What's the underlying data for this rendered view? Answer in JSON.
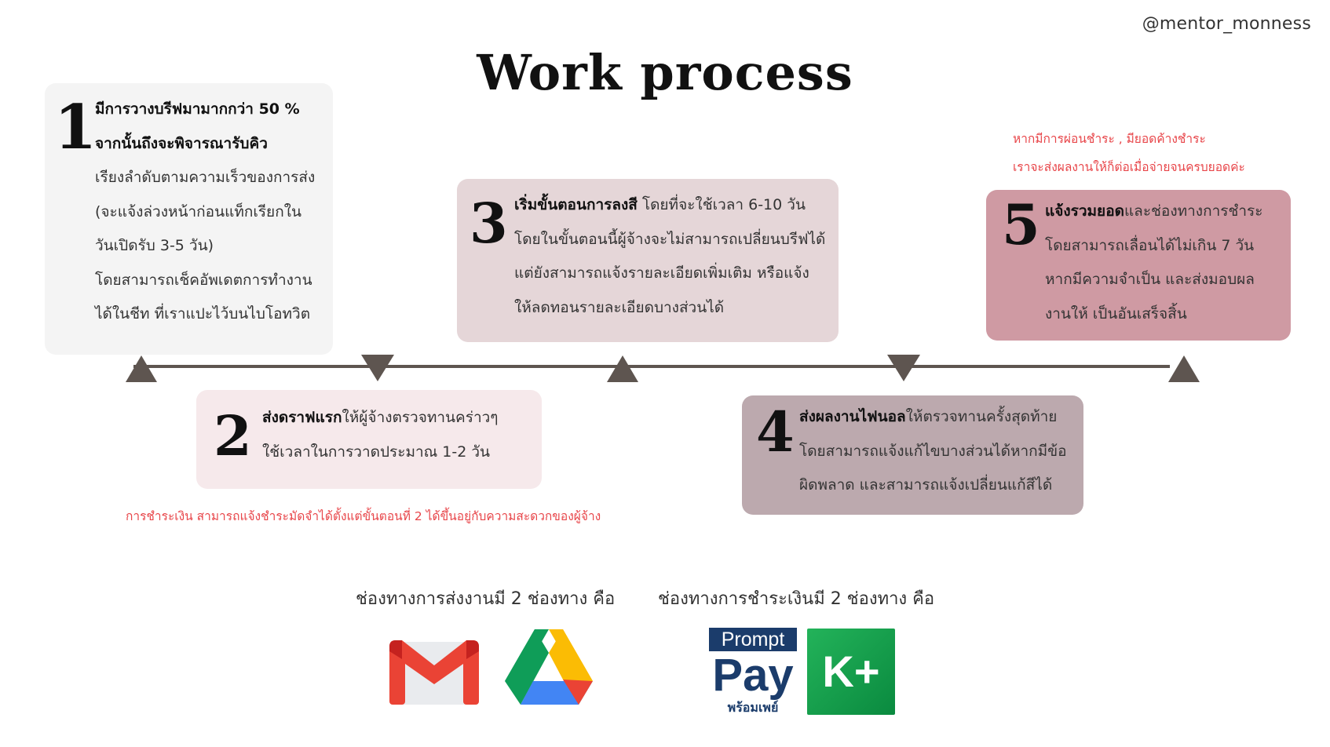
{
  "handle": "@mentor_monness",
  "title": "Work process",
  "steps": [
    {
      "number": "1",
      "lines": [
        {
          "bold": "มีการวางบรีฟมามากกว่า 50 %",
          "rest": ""
        },
        {
          "bold": "จากนั้นถึงจะพิจารณารับคิว",
          "rest": ""
        },
        {
          "bold": "",
          "rest": "เรียงลำดับตามความเร็วของการส่ง"
        },
        {
          "bold": "",
          "rest": "(จะแจ้งล่วงหน้าก่อนแท็กเรียกใน"
        },
        {
          "bold": "",
          "rest": "วันเปิดรับ 3-5 วัน)"
        },
        {
          "bold": "",
          "rest": "โดยสามารถเช็คอัพเดตการทำงาน"
        },
        {
          "bold": "",
          "rest": "ได้ในชีท ที่เราแปะไว้บนไบโอทวิต"
        }
      ]
    },
    {
      "number": "2",
      "lines": [
        {
          "bold": "ส่งดราฟแรก",
          "rest": "ให้ผู้จ้างตรวจทานคร่าวๆ"
        },
        {
          "bold": "",
          "rest": "ใช้เวลาในการวาดประมาณ 1-2 วัน"
        }
      ]
    },
    {
      "number": "3",
      "lines": [
        {
          "bold": "เริ่มขั้นตอนการลงสี",
          "rest": " โดยที่จะใช้เวลา 6-10 วัน"
        },
        {
          "bold": "",
          "rest": "โดยในขั้นตอนนี้ผู้จ้างจะไม่สามารถเปลี่ยนบรีฟได้"
        },
        {
          "bold": "",
          "rest": "แต่ยังสามารถแจ้งรายละเอียดเพิ่มเติม หรือแจ้ง"
        },
        {
          "bold": "",
          "rest": "ให้ลดทอนรายละเอียดบางส่วนได้"
        }
      ]
    },
    {
      "number": "4",
      "lines": [
        {
          "bold": "ส่งผลงานไฟนอล",
          "rest": "ให้ตรวจทานครั้งสุดท้าย"
        },
        {
          "bold": "",
          "rest": "โดยสามารถแจ้งแก้ไขบางส่วนได้หากมีข้อ"
        },
        {
          "bold": "",
          "rest": "ผิดพลาด และสามารถแจ้งเปลี่ยนแก้สีได้"
        }
      ]
    },
    {
      "number": "5",
      "lines": [
        {
          "bold": "แจ้งรวมยอด",
          "rest": "และช่องทางการชำระ"
        },
        {
          "bold": "",
          "rest": "โดยสามารถเลื่อนได้ไม่เกิน 7 วัน"
        },
        {
          "bold": "",
          "rest": "หากมีความจำเป็น และส่งมอบผล"
        },
        {
          "bold": "",
          "rest": "งานให้ เป็นอันเสร็จสิ้น"
        }
      ]
    }
  ],
  "notes": {
    "payment_deposit": "การชำระเงิน สามารถแจ้งชำระมัดจำได้ตั้งแต่ขั้นตอนที่ 2 ได้ขึ้นอยู่กับความสะดวกของผู้จ้าง",
    "installment_line1": "หากมีการผ่อนชำระ , มียอดค้างชำระ",
    "installment_line2": "เราจะส่งผลงานให้ก็ต่อเมื่อจ่ายจนครบยอดค่ะ"
  },
  "channels": {
    "delivery_label": "ช่องทางการส่งงานมี 2 ช่องทาง คือ",
    "payment_label": "ช่องทางการชำระเงินมี 2 ช่องทาง คือ",
    "promptpay": {
      "top": "Prompt",
      "main": "Pay",
      "sub": "พร้อมเพย์"
    },
    "kplus": "K+"
  },
  "colors": {
    "card1": "#f4f4f4",
    "card2": "#f6e9eb",
    "card3": "#e5d6d8",
    "card4": "#bca9ae",
    "card5": "#cf9aa3",
    "timeline": "#5e5550",
    "note": "#e8464a",
    "promptpay_blue": "#1b3c6b",
    "kplus_green": "#0ea14b"
  },
  "icons": [
    "gmail-icon",
    "google-drive-icon",
    "promptpay-logo",
    "kplus-logo"
  ]
}
